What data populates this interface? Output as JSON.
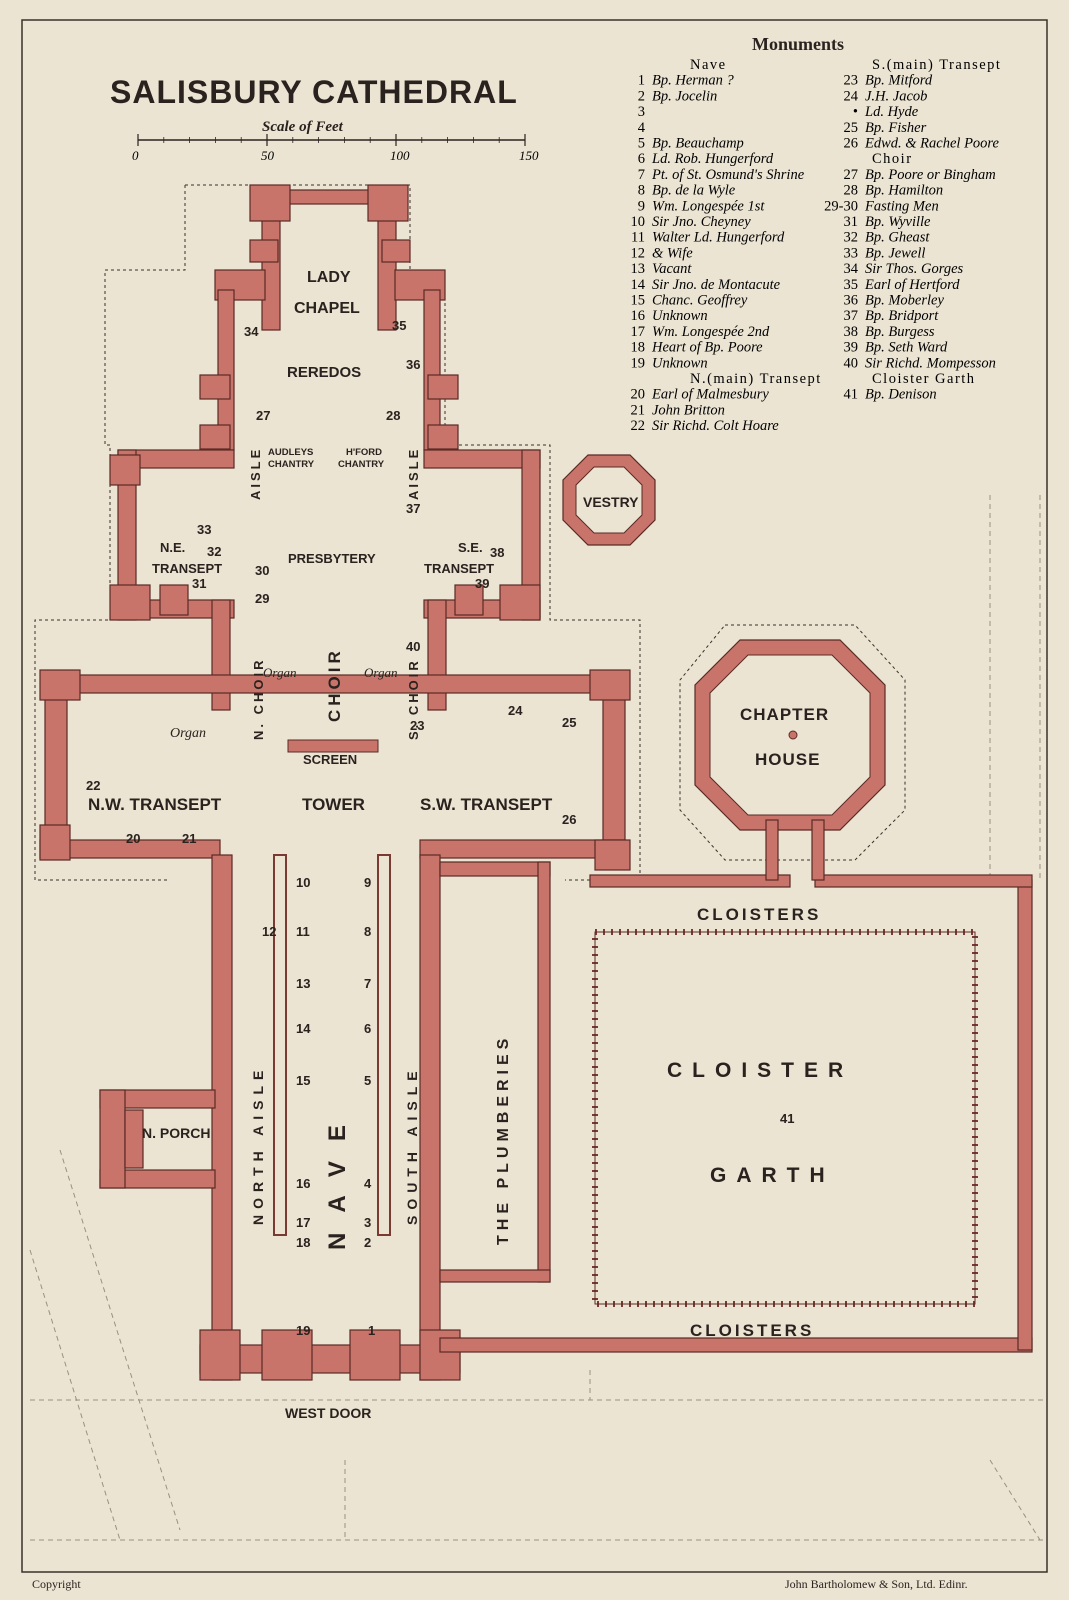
{
  "title": "SALISBURY CATHEDRAL",
  "scale": {
    "label": "Scale of Feet",
    "ticks": [
      "0",
      "50",
      "100",
      "150"
    ]
  },
  "legend": {
    "heading": "Monuments",
    "left_column": [
      {
        "kind": "section",
        "text": "Nave"
      },
      {
        "num": "1",
        "text": "Bp. Herman ?"
      },
      {
        "num": "2",
        "text": "Bp. Jocelin"
      },
      {
        "num": "3",
        "text": ""
      },
      {
        "num": "4",
        "text": ""
      },
      {
        "num": "5",
        "text": "Bp. Beauchamp"
      },
      {
        "num": "6",
        "text": "Ld. Rob. Hungerford"
      },
      {
        "num": "7",
        "text": "Pt. of St. Osmund's Shrine"
      },
      {
        "num": "8",
        "text": "Bp. de la Wyle"
      },
      {
        "num": "9",
        "text": "Wm. Longespée 1st"
      },
      {
        "num": "10",
        "text": "Sir Jno. Cheyney"
      },
      {
        "num": "11",
        "text": "Walter Ld. Hungerford"
      },
      {
        "num": "12",
        "text": "& Wife"
      },
      {
        "num": "13",
        "text": "Vacant"
      },
      {
        "num": "14",
        "text": "Sir Jno. de Montacute"
      },
      {
        "num": "15",
        "text": "Chanc. Geoffrey"
      },
      {
        "num": "16",
        "text": "Unknown"
      },
      {
        "num": "17",
        "text": "Wm. Longespée 2nd"
      },
      {
        "num": "18",
        "text": "Heart of Bp. Poore"
      },
      {
        "num": "19",
        "text": "Unknown"
      },
      {
        "kind": "section",
        "text": "N.(main) Transept"
      },
      {
        "num": "20",
        "text": "Earl of Malmesbury"
      },
      {
        "num": "21",
        "text": "John Britton"
      },
      {
        "num": "22",
        "text": "Sir Richd. Colt Hoare"
      }
    ],
    "right_column": [
      {
        "kind": "section",
        "text": "S.(main) Transept"
      },
      {
        "num": "23",
        "text": "Bp. Mitford"
      },
      {
        "num": "24",
        "text": "J.H. Jacob"
      },
      {
        "num": "•",
        "text": "Ld. Hyde"
      },
      {
        "num": "25",
        "text": "Bp. Fisher"
      },
      {
        "num": "26",
        "text": "Edwd. & Rachel Poore"
      },
      {
        "kind": "section",
        "text": "Choir"
      },
      {
        "num": "27",
        "text": "Bp. Poore or Bingham"
      },
      {
        "num": "28",
        "text": "Bp. Hamilton"
      },
      {
        "num": "29-30",
        "text": "Fasting Men"
      },
      {
        "num": "31",
        "text": "Bp. Wyville"
      },
      {
        "num": "32",
        "text": "Bp. Gheast"
      },
      {
        "num": "33",
        "text": "Bp. Jewell"
      },
      {
        "num": "34",
        "text": "Sir Thos. Gorges"
      },
      {
        "num": "35",
        "text": "Earl of Hertford"
      },
      {
        "num": "36",
        "text": "Bp. Moberley"
      },
      {
        "num": "37",
        "text": "Bp. Bridport"
      },
      {
        "num": "38",
        "text": "Bp. Burgess"
      },
      {
        "num": "39",
        "text": "Bp. Seth Ward"
      },
      {
        "num": "40",
        "text": "Sir Richd. Mompesson"
      },
      {
        "kind": "section",
        "text": "Cloister Garth"
      },
      {
        "num": "41",
        "text": "Bp. Denison"
      }
    ]
  },
  "labels": {
    "lady_chapel_1": "LADY",
    "lady_chapel_2": "CHAPEL",
    "reredos": "REREDOS",
    "audleys_1": "AUDLEYS",
    "audleys_2": "CHANTRY",
    "hford_1": "H'FORD",
    "hford_2": "CHANTRY",
    "aisle": "AISLE",
    "vestry": "VESTRY",
    "ne_transept_1": "N.E.",
    "ne_transept_2": "TRANSEPT",
    "se_transept_1": "S.E.",
    "se_transept_2": "TRANSEPT",
    "presbytery": "PRESBYTERY",
    "choir": "CHOIR",
    "n_choir": "N. CHOIR",
    "s_choir": "S. CHOIR",
    "organ": "Organ",
    "screen": "SCREEN",
    "nw_transept": "N.W. TRANSEPT",
    "tower": "TOWER",
    "sw_transept": "S.W. TRANSEPT",
    "chapter_house_1": "CHAPTER",
    "chapter_house_2": "HOUSE",
    "cloisters": "CLOISTERS",
    "cloister": "CLOISTER",
    "garth": "GARTH",
    "north_aisle": "NORTH AISLE",
    "south_aisle": "SOUTH AISLE",
    "nave": "NAVE",
    "plumberies": "THE PLUMBERIES",
    "n_porch": "N. PORCH",
    "west_door": "WEST DOOR"
  },
  "plan_numbers": [
    "1",
    "2",
    "3",
    "4",
    "5",
    "6",
    "7",
    "8",
    "9",
    "10",
    "11",
    "12",
    "13",
    "14",
    "15",
    "16",
    "17",
    "18",
    "19",
    "20",
    "21",
    "22",
    "23",
    "24",
    "25",
    "26",
    "27",
    "28",
    "29",
    "30",
    "31",
    "32",
    "33",
    "34",
    "35",
    "36",
    "37",
    "38",
    "39",
    "40",
    "41"
  ],
  "footer": {
    "left": "Copyright",
    "right": "John Bartholomew & Son, Ltd. Edinr."
  },
  "colors": {
    "paper": "#ebe4d3",
    "wall": "#c9746a",
    "ink": "#2a221e"
  }
}
